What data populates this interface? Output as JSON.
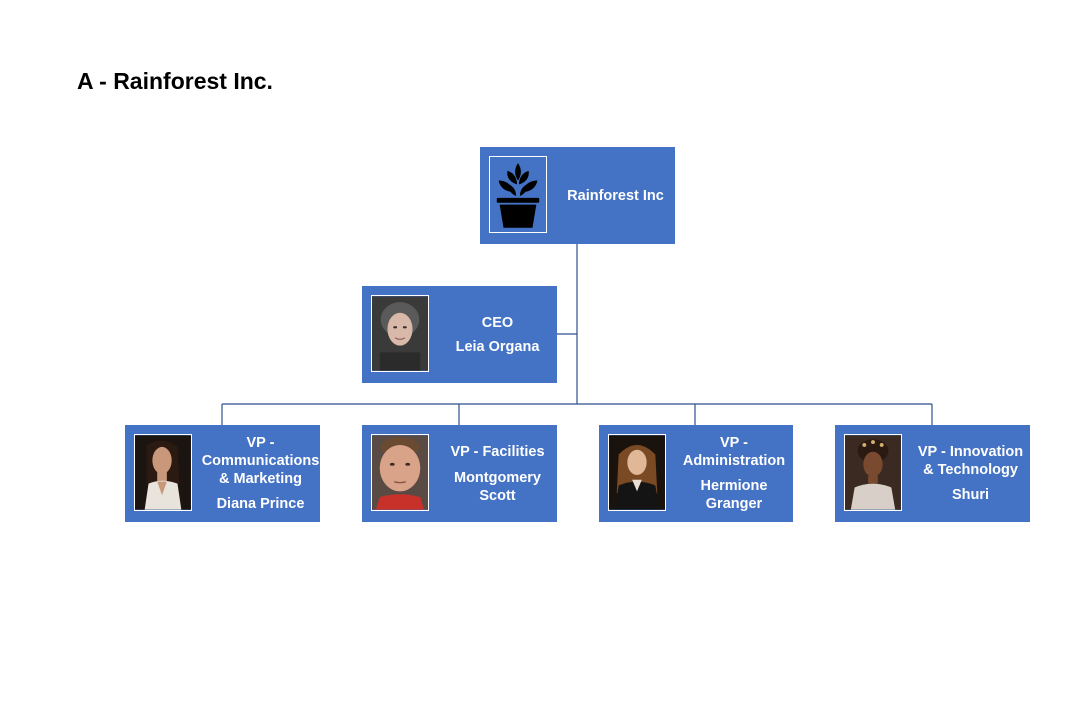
{
  "title": "A - Rainforest Inc.",
  "colors": {
    "node_fill": "#4472c4",
    "connector": "#2f4f8f",
    "text": "#ffffff"
  },
  "root": {
    "label": "Rainforest Inc",
    "icon": "potted-plant-icon"
  },
  "ceo": {
    "role": "CEO",
    "name": "Leia Organa",
    "photo": "avatar-leia-organa"
  },
  "vps": [
    {
      "role": "VP - Communications & Marketing",
      "name": "Diana Prince",
      "photo": "avatar-diana-prince"
    },
    {
      "role": "VP - Facilities",
      "name": "Montgomery Scott",
      "photo": "avatar-montgomery-scott"
    },
    {
      "role": "VP - Administration",
      "name": "Hermione Granger",
      "photo": "avatar-hermione-granger"
    },
    {
      "role": "VP - Innovation & Technology",
      "name": "Shuri",
      "photo": "avatar-shuri"
    }
  ]
}
